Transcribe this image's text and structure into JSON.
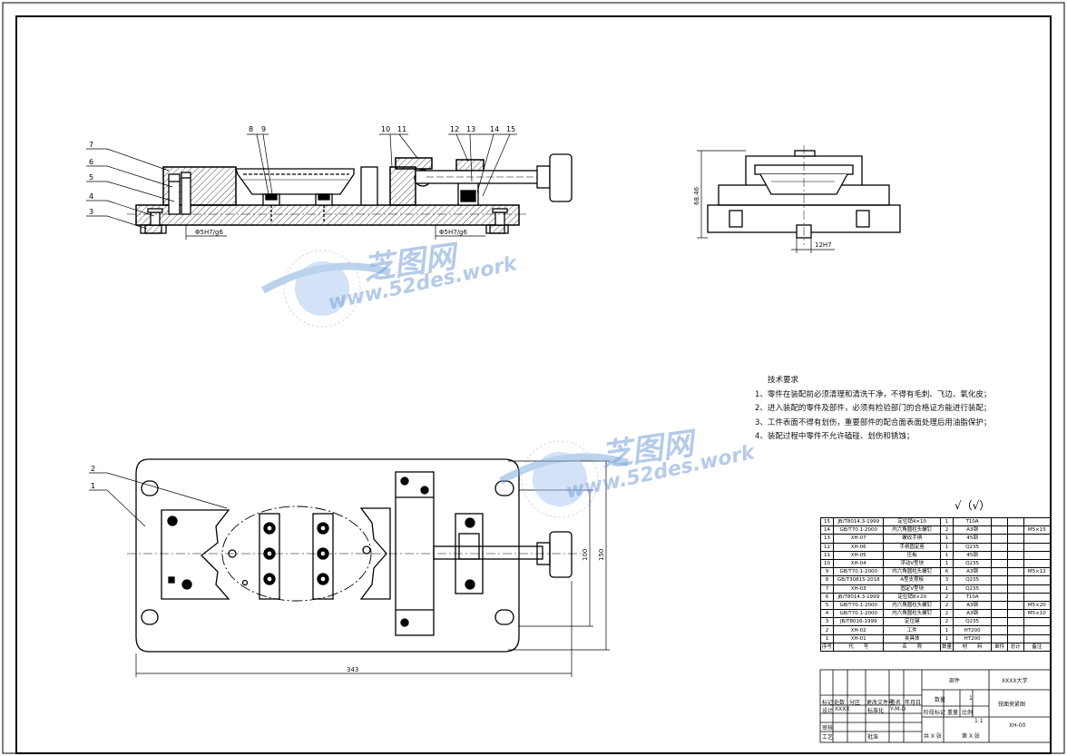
{
  "part_labels_front": [
    "7",
    "6",
    "5",
    "4",
    "3",
    "8",
    "9",
    "10",
    "11",
    "12",
    "13",
    "14",
    "15"
  ],
  "part_labels_top": [
    "2",
    "1"
  ],
  "dims": {
    "fit1": "Φ5H7/g6",
    "fit2": "Φ5H7/g6",
    "height": "68.46",
    "slot": "12H7",
    "length": "343",
    "w100": "100",
    "w150": "150"
  },
  "tech_title": "技术要求",
  "tech_items": [
    "1、零件在装配前必须清理和清洗干净，不得有毛刺、飞边、氧化皮；",
    "2、进入装配的零件及部件，必须有检验部门的合格证方能进行装配；",
    "3、工件表面不得有划伤，重要部件的配合面表面处理后用油脂保护；",
    "4、装配过程中零件不允许磕碰、划伤和锈蚀；"
  ],
  "roughness": "√（√）",
  "watermark": {
    "brand": "芝图网",
    "url": "www.52des.work",
    "color": "#7aa6dc"
  },
  "bom_rows": [
    [
      "15",
      "JB/T8014.3-1999",
      "定位销4×10",
      "1",
      "T10A",
      ""
    ],
    [
      "14",
      "GB/T70.1-2000",
      "内六角圆柱头螺钉",
      "2",
      "A3钢",
      "M5×15"
    ],
    [
      "13",
      "XH-07",
      "螺纹手柄",
      "1",
      "45钢",
      ""
    ],
    [
      "12",
      "XH-06",
      "手柄固定座",
      "1",
      "Q235",
      ""
    ],
    [
      "11",
      "XH-05",
      "压板",
      "1",
      "45钢",
      ""
    ],
    [
      "10",
      "XH-04",
      "浮动V型块",
      "1",
      "Q235",
      ""
    ],
    [
      "9",
      "GB/T70.1-2000",
      "内六角圆柱头螺钉",
      "6",
      "A3钢",
      "M5×12"
    ],
    [
      "8",
      "GB/T30815-2018",
      "A型支撑板",
      "3",
      "Q235",
      ""
    ],
    [
      "7",
      "XH-03",
      "固定V型块",
      "1",
      "Q235",
      ""
    ],
    [
      "6",
      "JB/T8014.3-1999",
      "定位销8×20",
      "2",
      "T10A",
      ""
    ],
    [
      "5",
      "GB/T70.1-2000",
      "内六角圆柱头螺钉",
      "2",
      "A3钢",
      "M5×20"
    ],
    [
      "4",
      "GB/T70.1-2000",
      "内六角圆柱头螺钉",
      "2",
      "A3钢",
      "M5×10"
    ],
    [
      "3",
      "JB/T8016-1999",
      "定位键",
      "2",
      "Q235",
      ""
    ],
    [
      "2",
      "XH-02",
      "工件",
      "1",
      "HT200",
      ""
    ],
    [
      "1",
      "XH-01",
      "夹具体",
      "1",
      "HT200",
      ""
    ]
  ],
  "bom_header": {
    "no": "序号",
    "code": "代　　号",
    "name": "名　　称",
    "qty": "数量",
    "material": "材　　料",
    "unit_weight": "单件",
    "total_weight": "总计",
    "weight": "重量",
    "remark": "备注"
  },
  "title_block": {
    "school": "XXXX大学",
    "part_label": "部件",
    "drawing_name": "铣面夹紧图",
    "drawing_no": "XH-00",
    "qty_label": "数量",
    "qty_value": "1",
    "scale_label": "比例",
    "scale_value": "1:1",
    "weight_label": "重量",
    "stage_label": "阶段标记",
    "design_label": "设计",
    "design_name": "XXXX",
    "date": "Y-M-D",
    "check_label": "审核",
    "process_label": "工艺",
    "approve_label": "批准",
    "mark_label": "标记",
    "count_label": "处数",
    "std_label": "标准化",
    "sheet_total": "共 X 张",
    "sheet_no": "第 X 张",
    "partition_label": "分区",
    "change_label": "更改文件号",
    "sign_label": "签名",
    "ymd_label": "年月日"
  }
}
